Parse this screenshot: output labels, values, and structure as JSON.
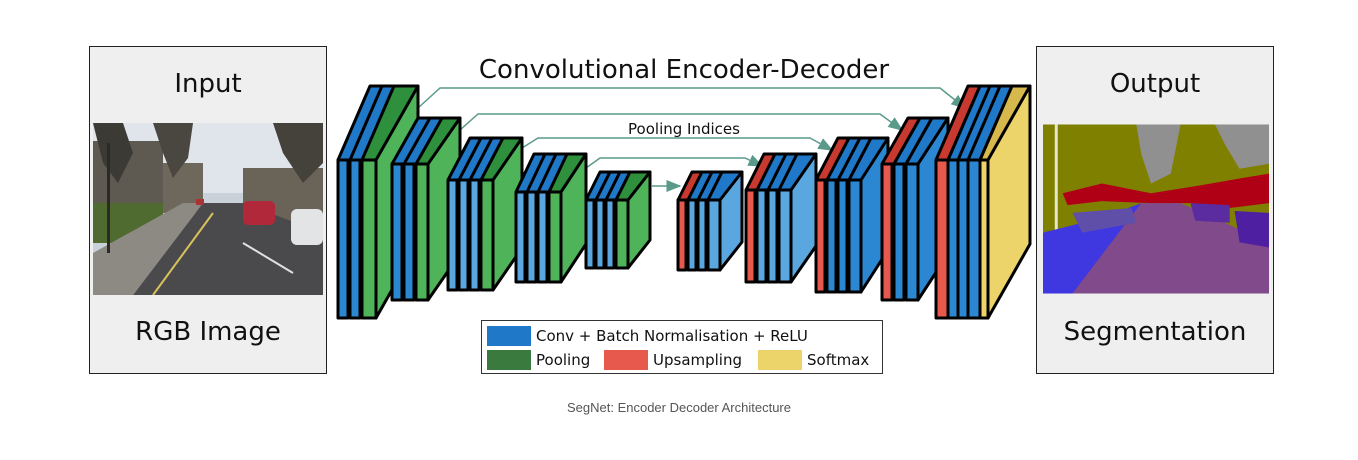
{
  "input_panel": {
    "title": "Input",
    "subtitle": "RGB Image"
  },
  "output_panel": {
    "title": "Output",
    "subtitle": "Segmentation"
  },
  "diagram": {
    "title": "Convolutional Encoder-Decoder",
    "skip_label": "Pooling Indices"
  },
  "legend": {
    "conv": {
      "label": "Conv + Batch Normalisation + ReLU",
      "color": "#1f78c8"
    },
    "pool": {
      "label": "Pooling",
      "color": "#3a7a3f"
    },
    "upsample": {
      "label": "Upsampling",
      "color": "#e8594d"
    },
    "softmax": {
      "label": "Softmax",
      "color": "#ecd36a"
    }
  },
  "caption": "SegNet: Encoder Decoder Architecture",
  "colors": {
    "conv_front": "#2b87d1",
    "conv_light": "#5aa6de",
    "pool_front": "#4fb35a",
    "upsample_front": "#e8594d",
    "softmax_front": "#ecd36a",
    "arrow": "#5a9a8a"
  }
}
